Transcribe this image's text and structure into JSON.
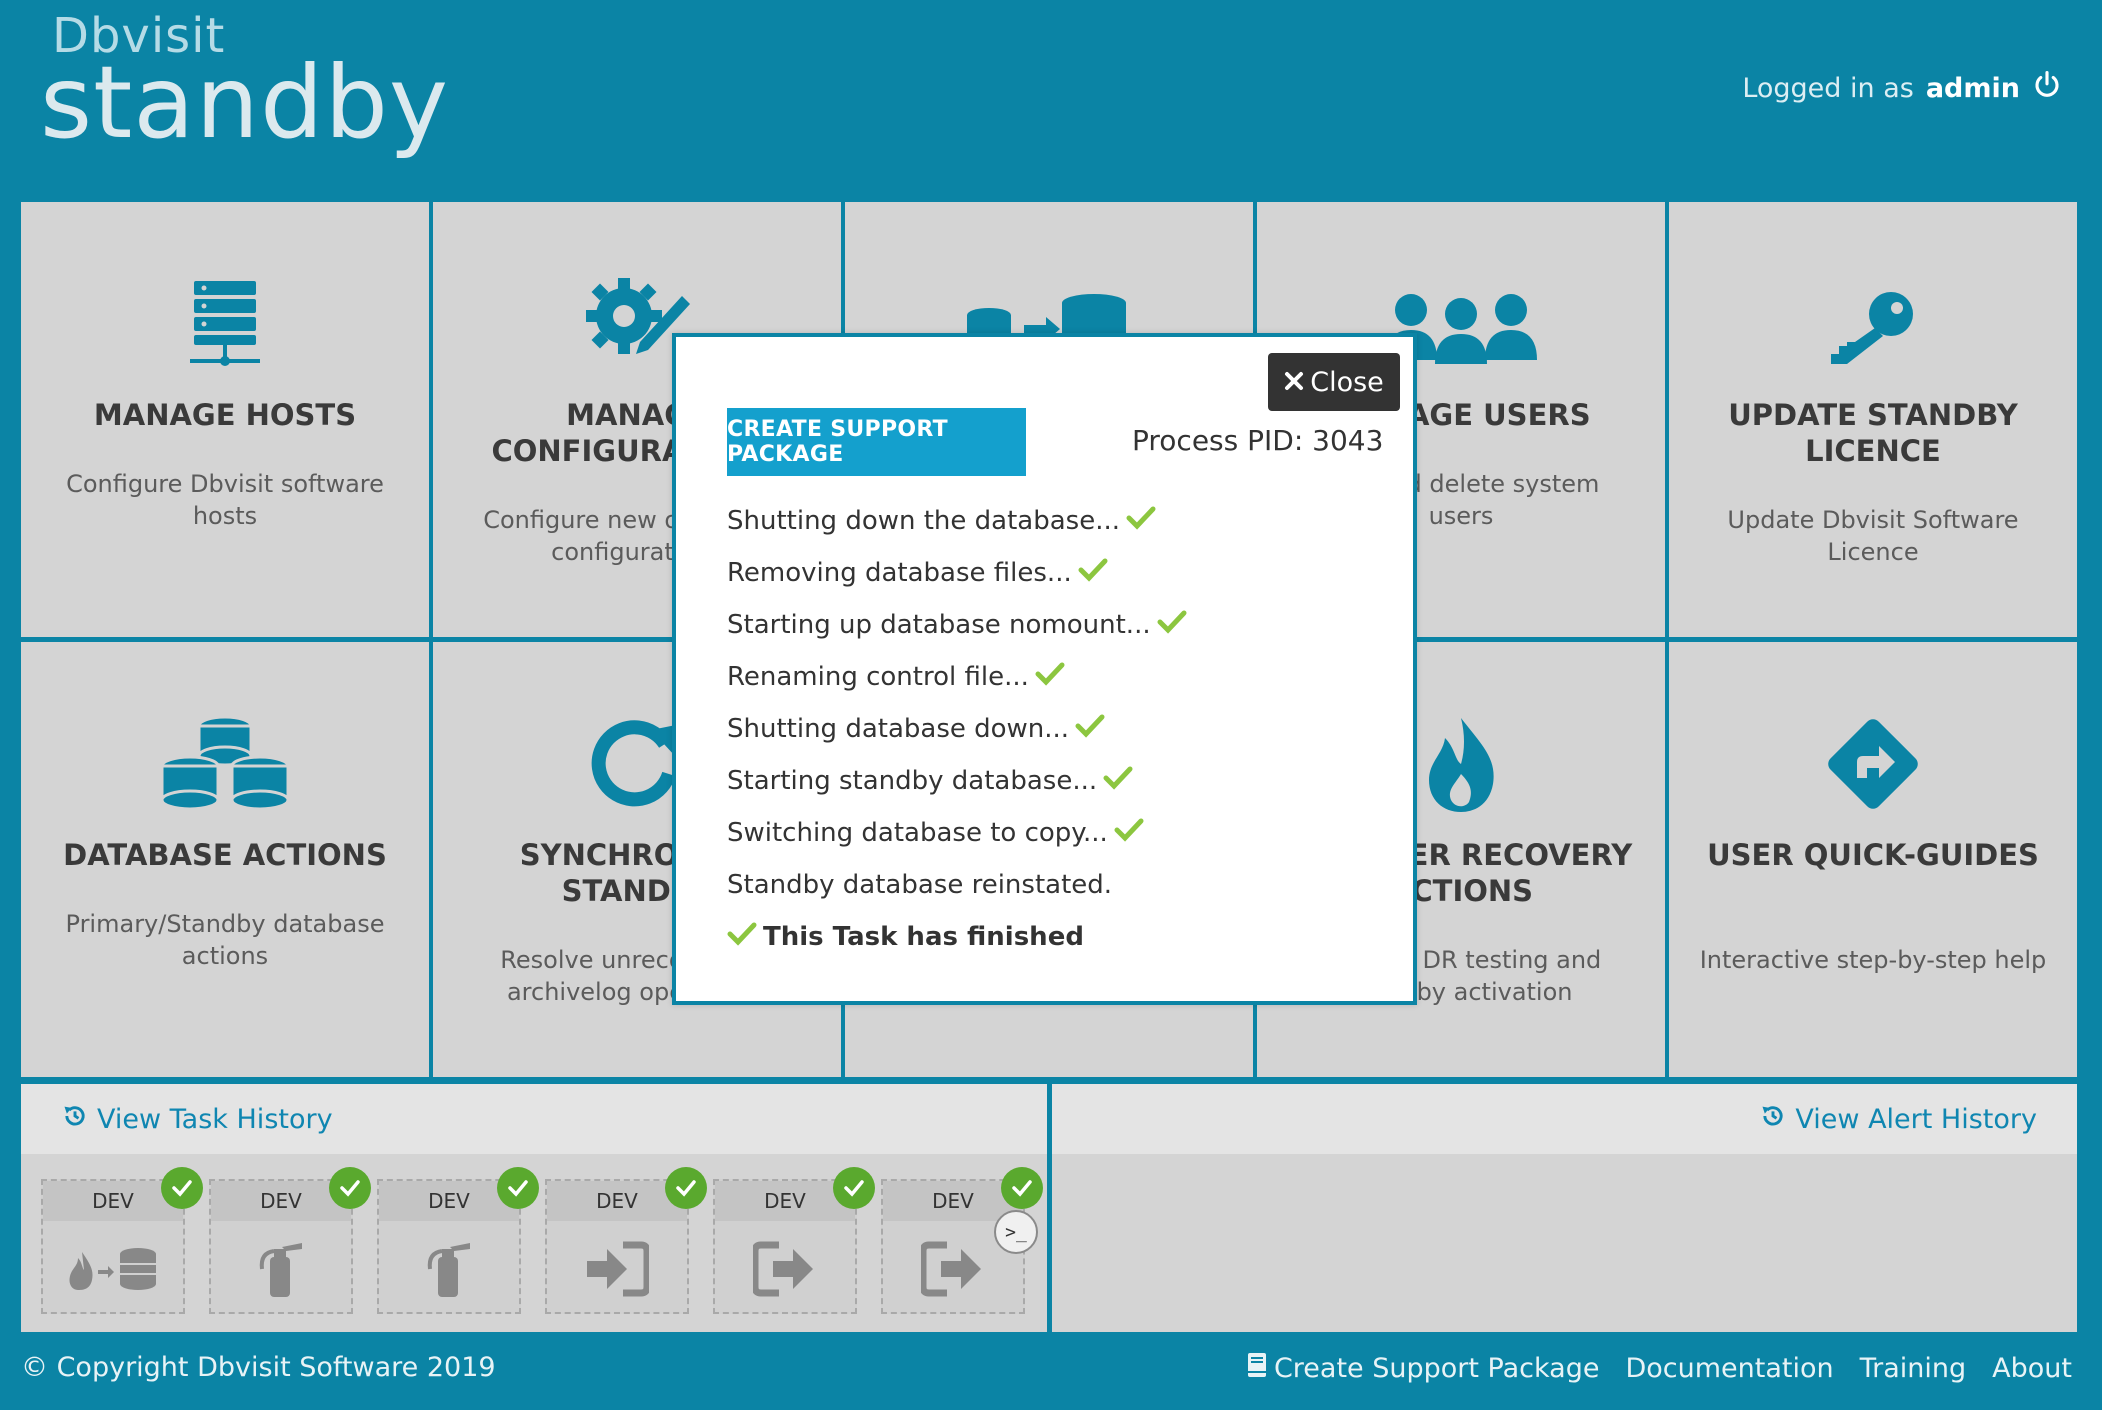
{
  "brand": {
    "small": "Dbvisit",
    "big": "standby"
  },
  "header": {
    "login_prefix": "Logged in as",
    "user": "admin"
  },
  "tiles": [
    {
      "title": "MANAGE HOSTS",
      "desc": "Configure Dbvisit software hosts",
      "icon": "server-icon"
    },
    {
      "title": "MANAGE CONFIGURATIONS",
      "desc": "Configure new or existing configurations",
      "icon": "gear-pencil-icon"
    },
    {
      "title": "",
      "desc": "",
      "icon": "database-transfer-icon"
    },
    {
      "title": "MANAGE USERS",
      "desc": "Add and delete system users",
      "icon": "users-icon"
    },
    {
      "title": "UPDATE STANDBY LICENCE",
      "desc": "Update Dbvisit Software Licence",
      "icon": "key-icon"
    },
    {
      "title": "DATABASE ACTIONS",
      "desc": "Primary/Standby database actions",
      "icon": "databases-icon"
    },
    {
      "title": "SYNCHRONIZE STANDBY",
      "desc": "Resolve unrecoverable archivelog operations",
      "icon": "sync-icon"
    },
    {
      "title": "",
      "desc": "",
      "icon": ""
    },
    {
      "title": "DISASTER RECOVERY ACTIONS",
      "desc": "Perform DR testing and standby activation",
      "icon": "fire-icon"
    },
    {
      "title": "USER QUICK-GUIDES",
      "desc": "Interactive step-by-step help",
      "icon": "directions-icon"
    }
  ],
  "history": {
    "task_link": "View Task History",
    "alert_link": "View Alert History",
    "tasks": [
      {
        "label": "DEV",
        "icon": "fire-db-icon"
      },
      {
        "label": "DEV",
        "icon": "extinguisher-icon"
      },
      {
        "label": "DEV",
        "icon": "extinguisher-icon"
      },
      {
        "label": "DEV",
        "icon": "sign-in-icon"
      },
      {
        "label": "DEV",
        "icon": "sign-out-icon"
      },
      {
        "label": "DEV",
        "icon": "sign-out-icon"
      }
    ]
  },
  "modal": {
    "close_label": "Close",
    "create_label": "CREATE SUPPORT PACKAGE",
    "pid_label": "Process PID: 3043",
    "steps": [
      "Shutting down the database...",
      "Removing database files...",
      "Starting up database nomount...",
      "Renaming control file...",
      "Shutting database down...",
      "Starting standby database...",
      "Switching database to copy...",
      "Standby database reinstated."
    ],
    "finished": "This Task has finished"
  },
  "footer": {
    "copyright": "© Copyright Dbvisit Software 2019",
    "support": "Create Support Package",
    "documentation": "Documentation",
    "training": "Training",
    "about": "About"
  },
  "colors": {
    "bg": "#0b84a5",
    "accent": "#14a0cd",
    "tile": "#d4d4d4",
    "ok": "#8cc63f",
    "icon": "#0b84a5"
  }
}
